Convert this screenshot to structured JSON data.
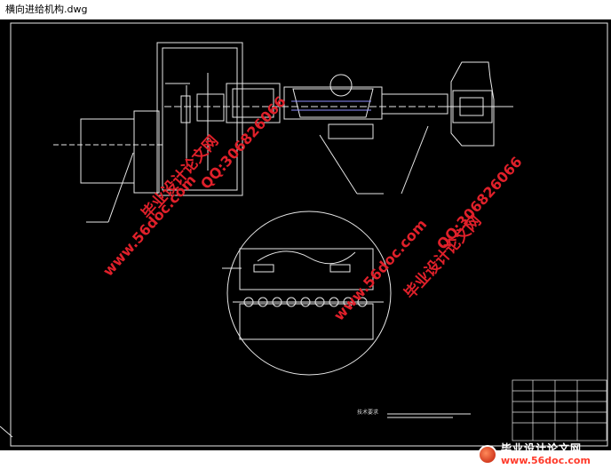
{
  "window": {
    "title": "横向进给机构.dwg"
  },
  "drawing": {
    "tech_requirements": "技术要求"
  },
  "watermarks": {
    "url": "www.56doc.com",
    "qq": "QQ:306826066",
    "site_cn": "毕业设计论文网"
  },
  "logo": {
    "name_cn": "毕业设计论文网",
    "url": "www.56doc.com"
  },
  "colors": {
    "canvas_bg": "#000000",
    "line": "#ffffff",
    "watermark": "#e0202a"
  }
}
